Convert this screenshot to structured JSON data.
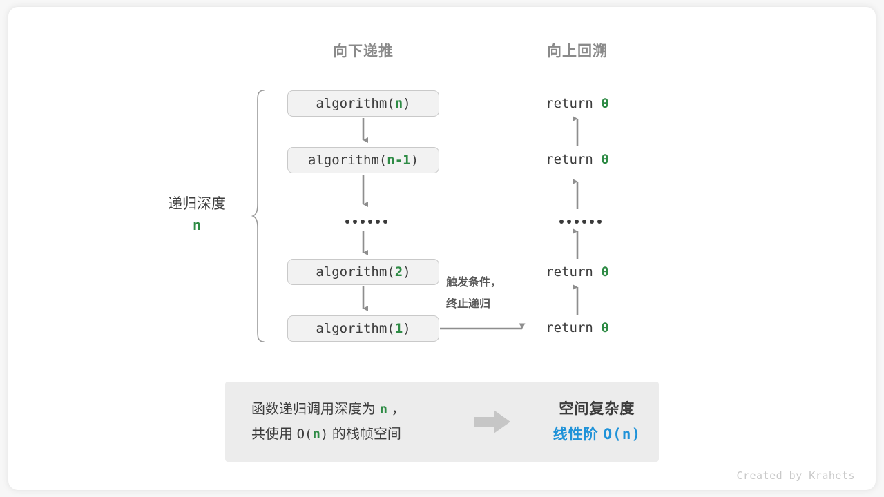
{
  "canvas": {
    "background": "#f7f7f7",
    "card_background": "#ffffff",
    "accent_green": "#2e8b45",
    "accent_blue": "#1f92d8",
    "text_dark": "#3c3c3c",
    "text_gray": "#8a8a8a"
  },
  "headers": {
    "left": "向下递推",
    "right": "向上回溯"
  },
  "depth": {
    "label": "递归深度",
    "value": "n"
  },
  "call_stack": [
    {
      "prefix": "algorithm(",
      "arg": "n",
      "suffix": ")",
      "return_label": "return",
      "return_value": "0"
    },
    {
      "prefix": "algorithm(",
      "arg": "n-1",
      "suffix": ")",
      "return_label": "return",
      "return_value": "0"
    },
    {
      "prefix": "algorithm(",
      "arg": "2",
      "suffix": ")",
      "return_label": "return",
      "return_value": "0"
    },
    {
      "prefix": "algorithm(",
      "arg": "1",
      "suffix": ")",
      "return_label": "return",
      "return_value": "0"
    }
  ],
  "ellipsis": "••••••",
  "trigger_note": {
    "line1": "触发条件，",
    "line2": "终止递归"
  },
  "summary": {
    "left_line1_a": "函数递归调用深度为",
    "left_line1_var": "n",
    "left_line1_b": "，",
    "left_line2_a": "共使用",
    "left_line2_big_o_open": "O(",
    "left_line2_var": "n",
    "left_line2_big_o_close": ")",
    "left_line2_b": "的栈帧空间",
    "right_title": "空间复杂度",
    "right_value_name": "线性阶",
    "right_value_formula": "O(n)"
  },
  "watermark": "Created by Krahets"
}
